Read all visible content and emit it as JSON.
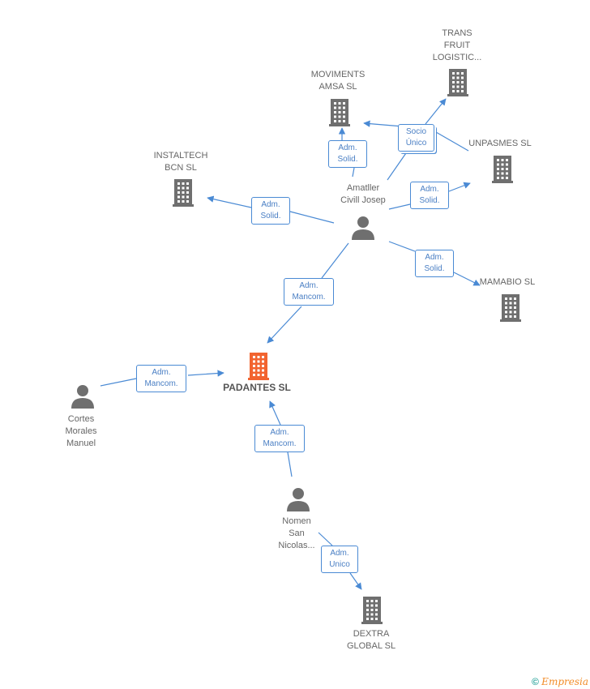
{
  "main_company": {
    "name": "PADANTES SL",
    "color": "#f26430"
  },
  "icon_color": "#6f6f6f",
  "edge_color": "#4a8ad4",
  "people": [
    {
      "id": "amatller",
      "label": [
        "Amatller",
        "Civill Josep"
      ]
    },
    {
      "id": "cortes",
      "label": [
        "Cortes",
        "Morales",
        "Manuel"
      ]
    },
    {
      "id": "nomen",
      "label": [
        "Nomen",
        "San",
        "Nicolas..."
      ]
    }
  ],
  "companies": [
    {
      "id": "trans",
      "label": [
        "TRANS",
        "FRUIT",
        "LOGISTIC..."
      ]
    },
    {
      "id": "moviments",
      "label": [
        "MOVIMENTS",
        "AMSA SL"
      ]
    },
    {
      "id": "unpasmes",
      "label": [
        "UNPASMES SL"
      ]
    },
    {
      "id": "instaltech",
      "label": [
        "INSTALTECH",
        "BCN SL"
      ]
    },
    {
      "id": "mamabio",
      "label": [
        "MAMABIO  SL"
      ]
    },
    {
      "id": "dextra",
      "label": [
        "DEXTRA",
        "GLOBAL SL"
      ]
    }
  ],
  "relations": [
    {
      "id": "amatller-moviments",
      "label": [
        "Adm.",
        "Solid."
      ]
    },
    {
      "id": "amatller-trans",
      "label": [
        "Socio",
        "Único"
      ]
    },
    {
      "id": "amatller-unpasmes",
      "label": [
        "Adm.",
        "Solid."
      ]
    },
    {
      "id": "amatller-instaltech",
      "label": [
        "Adm.",
        "Solid."
      ]
    },
    {
      "id": "amatller-mamabio",
      "label": [
        "Adm.",
        "Solid."
      ]
    },
    {
      "id": "amatller-padantes",
      "label": [
        "Adm.",
        "Mancom."
      ]
    },
    {
      "id": "cortes-padantes",
      "label": [
        "Adm.",
        "Mancom."
      ]
    },
    {
      "id": "nomen-padantes",
      "label": [
        "Adm.",
        "Mancom."
      ]
    },
    {
      "id": "nomen-dextra",
      "label": [
        "Adm.",
        "Unico"
      ]
    }
  ],
  "footer": {
    "copyright": "©",
    "brand_initial": "E",
    "brand_rest": "mpresia"
  }
}
